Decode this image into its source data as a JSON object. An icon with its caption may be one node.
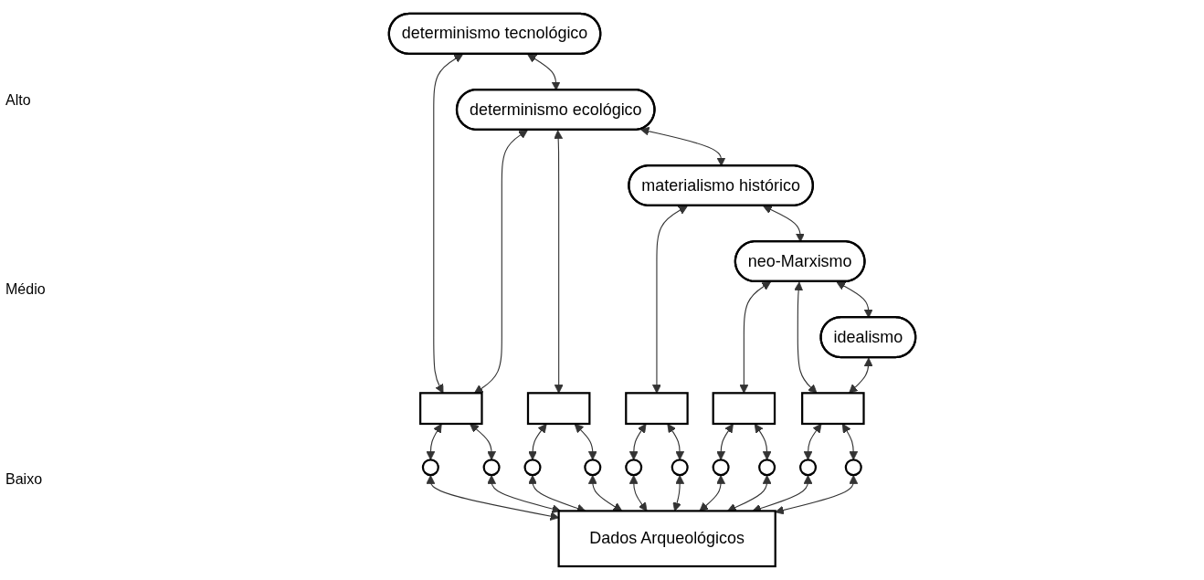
{
  "diagram": {
    "nodes": [
      {
        "text": [
          "determinismo tecnológico"
        ]
      },
      {
        "text": [
          "determinismo ecológico"
        ]
      },
      {
        "text": [
          "materialismo histórico"
        ]
      },
      {
        "text": [
          "neo-Marxismo"
        ]
      },
      {
        "text": [
          "idealismo"
        ]
      },
      {
        "text": [],
        "shape": "box"
      },
      {
        "text": [],
        "shape": "box"
      },
      {
        "text": [],
        "shape": "box"
      },
      {
        "text": [],
        "shape": "box"
      },
      {
        "text": [],
        "shape": "box"
      },
      {
        "text": [],
        "shape": "circle"
      },
      {
        "text": [],
        "shape": "circle"
      },
      {
        "text": [],
        "shape": "circle"
      },
      {
        "text": [],
        "shape": "circle"
      },
      {
        "text": [],
        "shape": "circle"
      },
      {
        "text": [],
        "shape": "circle"
      },
      {
        "text": [],
        "shape": "circle"
      },
      {
        "text": [],
        "shape": "circle"
      },
      {
        "text": [],
        "shape": "circle"
      },
      {
        "text": [],
        "shape": "circle"
      },
      {
        "text": [
          "Dados Arqueológicos"
        ]
      }
    ],
    "edges": [
      {
        "from": 0,
        "to": 1,
        "arrow": "both"
      },
      {
        "from": 1,
        "to": 2,
        "arrow": "both"
      },
      {
        "from": 2,
        "to": 3,
        "arrow": "both"
      },
      {
        "from": 3,
        "to": 4,
        "arrow": "both"
      },
      {
        "from": 0,
        "to": 5,
        "arrow": "both"
      },
      {
        "from": 1,
        "to": 5,
        "arrow": "both"
      },
      {
        "from": 1,
        "to": 6,
        "arrow": "both"
      },
      {
        "from": 2,
        "to": 7,
        "arrow": "both"
      },
      {
        "from": 3,
        "to": 8,
        "arrow": "both"
      },
      {
        "from": 3,
        "to": 9,
        "arrow": "both"
      },
      {
        "from": 4,
        "to": 9,
        "arrow": "both"
      },
      {
        "from": 5,
        "to": 10,
        "arrow": "both"
      },
      {
        "from": 5,
        "to": 11,
        "arrow": "both"
      },
      {
        "from": 6,
        "to": 12,
        "arrow": "both"
      },
      {
        "from": 6,
        "to": 13,
        "arrow": "both"
      },
      {
        "from": 7,
        "to": 14,
        "arrow": "both"
      },
      {
        "from": 7,
        "to": 15,
        "arrow": "both"
      },
      {
        "from": 8,
        "to": 16,
        "arrow": "both"
      },
      {
        "from": 8,
        "to": 17,
        "arrow": "both"
      },
      {
        "from": 9,
        "to": 18,
        "arrow": "both"
      },
      {
        "from": 9,
        "to": 19,
        "arrow": "both"
      },
      {
        "from": 10,
        "to": 20,
        "arrow": "both"
      },
      {
        "from": 11,
        "to": 20,
        "arrow": "both"
      },
      {
        "from": 12,
        "to": 20,
        "arrow": "both"
      },
      {
        "from": 13,
        "to": 20,
        "arrow": "both"
      },
      {
        "from": 14,
        "to": 20,
        "arrow": "both"
      },
      {
        "from": 15,
        "to": 20,
        "arrow": "both"
      },
      {
        "from": 16,
        "to": 20,
        "arrow": "both"
      },
      {
        "from": 17,
        "to": 20,
        "arrow": "both"
      },
      {
        "from": 18,
        "to": 20,
        "arrow": "both"
      },
      {
        "from": 19,
        "to": 20,
        "arrow": "both"
      }
    ],
    "labels": [
      "Alto",
      "Médio",
      "Baixo"
    ]
  }
}
